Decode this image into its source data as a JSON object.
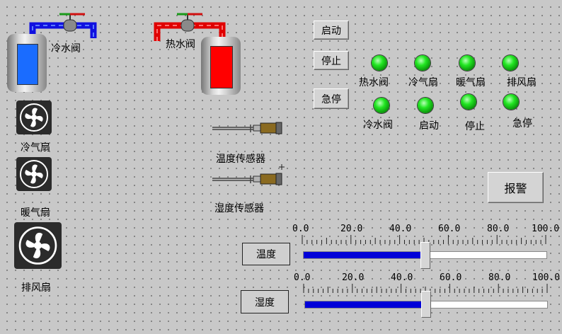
{
  "valves": {
    "cold_label": "冷水阀",
    "hot_label": "热水阀"
  },
  "fans": {
    "cold_label": "冷气扇",
    "warm_label": "暖气扇",
    "exhaust_label": "排风扇"
  },
  "sensors": {
    "temp_label": "温度传感器",
    "humid_label": "湿度传感器"
  },
  "buttons": {
    "start": "启动",
    "stop": "停止",
    "estop": "急停",
    "alarm": "报警"
  },
  "indicators": {
    "row1": [
      "热水阀",
      "冷气扇",
      "暖气扇",
      "排风扇"
    ],
    "row2": [
      "冷水阀",
      "启动",
      "停止",
      "急停"
    ]
  },
  "sliders": {
    "ticks": [
      "0.0",
      "20.0",
      "40.0",
      "60.0",
      "80.0",
      "100.0"
    ],
    "temperature": {
      "label": "温度",
      "value_percent": 50
    },
    "humidity": {
      "label": "湿度",
      "value_percent": 50
    }
  },
  "colors": {
    "cold": "#1a6cff",
    "hot": "#ff0000",
    "led_on": "#22e622",
    "slider_fill": "#0000d8"
  }
}
